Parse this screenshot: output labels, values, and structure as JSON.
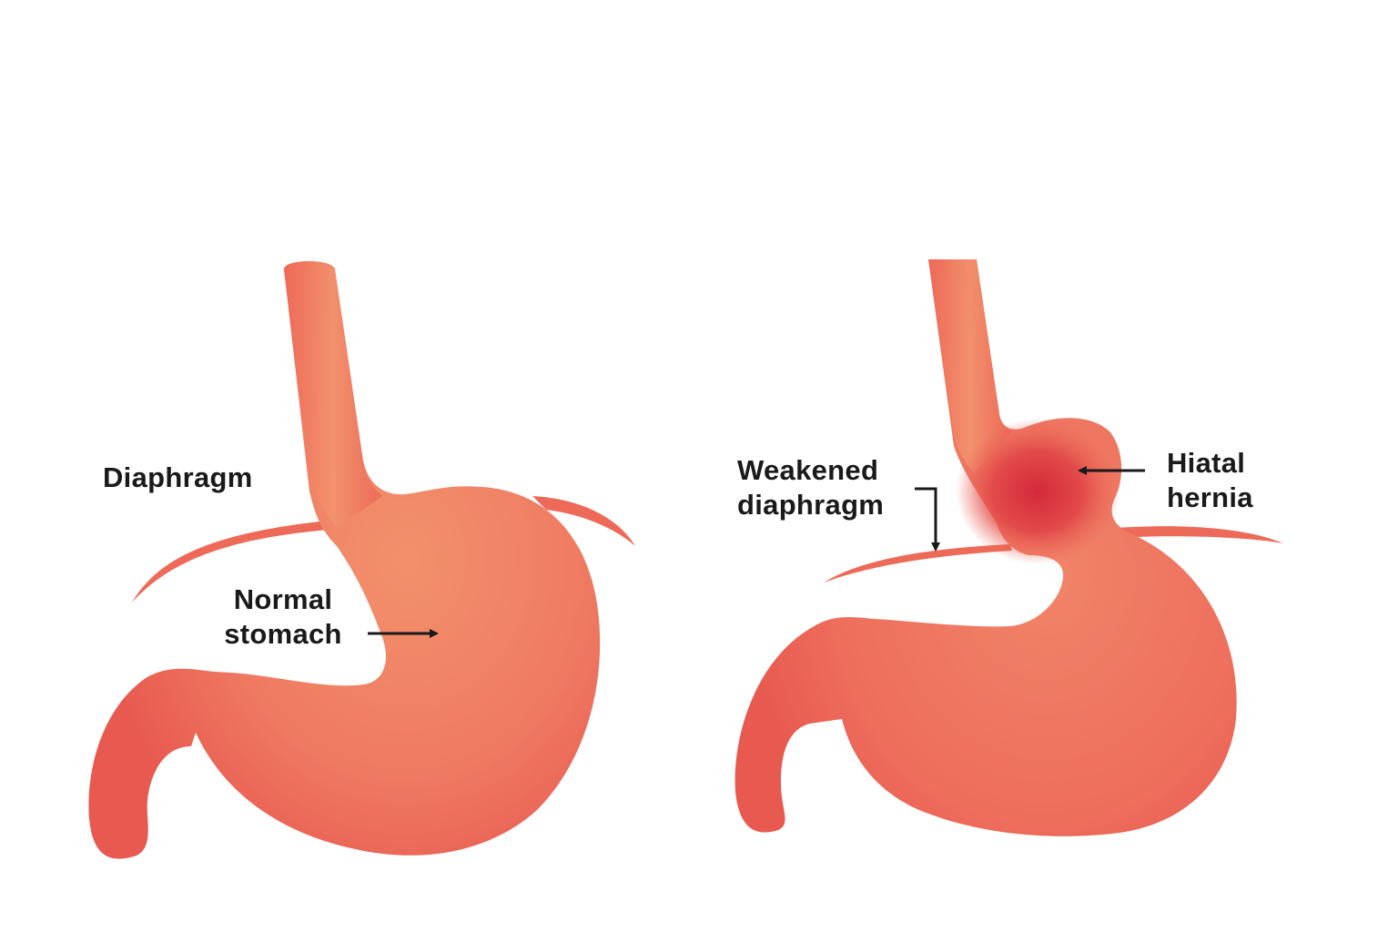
{
  "diagram": {
    "subject": "Normal stomach vs hiatal hernia",
    "colors": {
      "background": "#ffffff",
      "tissue_light": "#f2916c",
      "tissue_base": "#ef6b5a",
      "tissue_dark": "#e85a50",
      "hernia_core": "#d42a3a",
      "label_text": "#1a1a1a",
      "arrow": "#1a1a1a"
    },
    "panels": [
      {
        "name": "normal",
        "labels": {
          "diaphragm": "Diaphragm",
          "stomach_line1": "Normal",
          "stomach_line2": "stomach"
        }
      },
      {
        "name": "hiatal-hernia",
        "labels": {
          "weakened_line1": "Weakened",
          "weakened_line2": "diaphragm",
          "hernia_line1": "Hiatal",
          "hernia_line2": "hernia"
        }
      }
    ]
  }
}
